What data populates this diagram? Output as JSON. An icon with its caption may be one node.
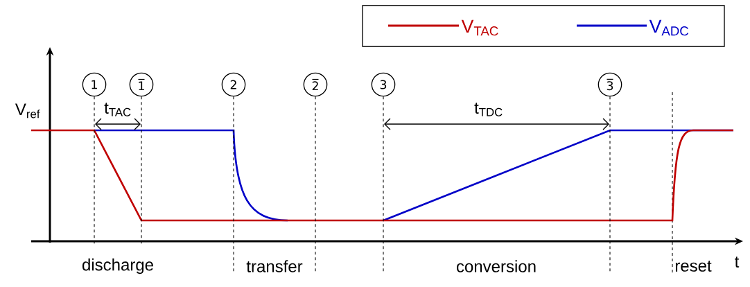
{
  "diagram": {
    "nodes": [
      {
        "text": [
          "1"
        ]
      },
      {
        "text": [
          "1̅"
        ]
      },
      {
        "text": [
          "2"
        ]
      },
      {
        "text": [
          "2̅"
        ]
      },
      {
        "text": [
          "3"
        ]
      },
      {
        "text": [
          "3̅"
        ]
      }
    ],
    "edges": [
      {
        "from": 0,
        "to": null,
        "arrow": "none",
        "style": "dashed"
      },
      {
        "from": 1,
        "to": null,
        "arrow": "none",
        "style": "dashed"
      },
      {
        "from": 2,
        "to": null,
        "arrow": "none",
        "style": "dashed"
      },
      {
        "from": 3,
        "to": null,
        "arrow": "none",
        "style": "dashed"
      },
      {
        "from": 4,
        "to": null,
        "arrow": "none",
        "style": "dashed"
      },
      {
        "from": 5,
        "to": null,
        "arrow": "none",
        "style": "dashed"
      }
    ],
    "labels": [
      "V$_{ref}$",
      "t$_{TAC}$",
      "t$_{TDC}$",
      "t",
      "discharge",
      "transfer",
      "conversion",
      "reset"
    ],
    "legend": [
      {
        "text": "V$_{TAC}$"
      },
      {
        "text": "V$_{ADC}$"
      }
    ]
  }
}
